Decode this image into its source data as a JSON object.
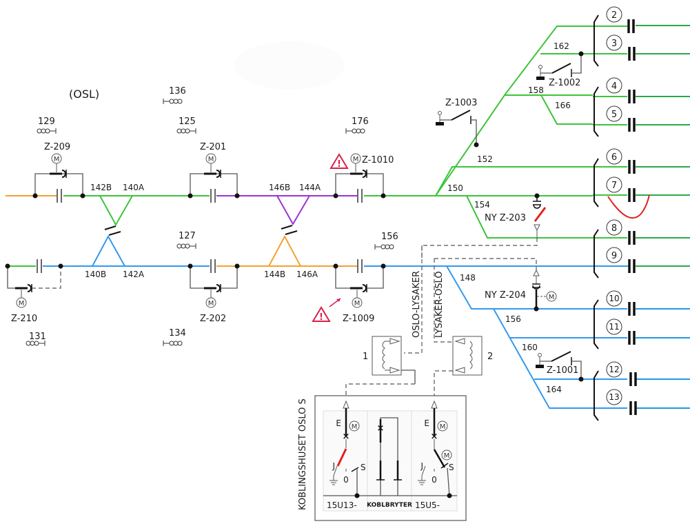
{
  "colors": {
    "green": "#3cc43c",
    "dark_green": "#2aa84a",
    "blue": "#3399ee",
    "orange": "#f5a030",
    "purple": "#9a33d6",
    "red": "#e8334a",
    "alarm": "#d8204a"
  },
  "station": "(OSL)",
  "signals": [
    {
      "id": "136"
    },
    {
      "id": "129"
    },
    {
      "id": "125"
    },
    {
      "id": "176"
    },
    {
      "id": "127"
    },
    {
      "id": "156"
    },
    {
      "id": "131"
    },
    {
      "id": "134"
    }
  ],
  "disconnectors": {
    "z209": "Z-209",
    "z201": "Z-201",
    "z1010": "Z-1010",
    "z210": "Z-210",
    "z202": "Z-202",
    "z1009": "Z-1009",
    "z1003": "Z-1003",
    "z1002": "Z-1002",
    "z1001": "Z-1001",
    "z203": "NY Z-203",
    "z204": "NY Z-204"
  },
  "switches": {
    "s142b": "142B",
    "s140a": "140A",
    "s146b": "146B",
    "s144a": "144A",
    "s140b": "140B",
    "s142a": "142A",
    "s144b": "144B",
    "s146a": "146A",
    "s150": "150",
    "s152": "152",
    "s154": "154",
    "s158": "158",
    "s162": "162",
    "s166": "166",
    "s148": "148",
    "s156": "156",
    "s160": "160",
    "s164": "164"
  },
  "tracks": [
    "2",
    "3",
    "4",
    "5",
    "6",
    "7",
    "8",
    "9",
    "10",
    "11",
    "12",
    "13"
  ],
  "feeders": {
    "oslo_lysaker": "OSLO-LYSAKER",
    "lysaker_oslo": "LYSAKER-OSLO",
    "transformer_1": "1",
    "transformer_2": "2"
  },
  "switchhouse": {
    "title": "KOBLINGSHUSET OSLO S",
    "left_label": "15U13-",
    "mid_label": "KOBLBRYTER",
    "right_label": "15U5-",
    "e": "E",
    "m": "M",
    "j": "J",
    "s": "S",
    "zero": "0"
  },
  "warnings": {
    "w1": "!",
    "w2": "!"
  }
}
